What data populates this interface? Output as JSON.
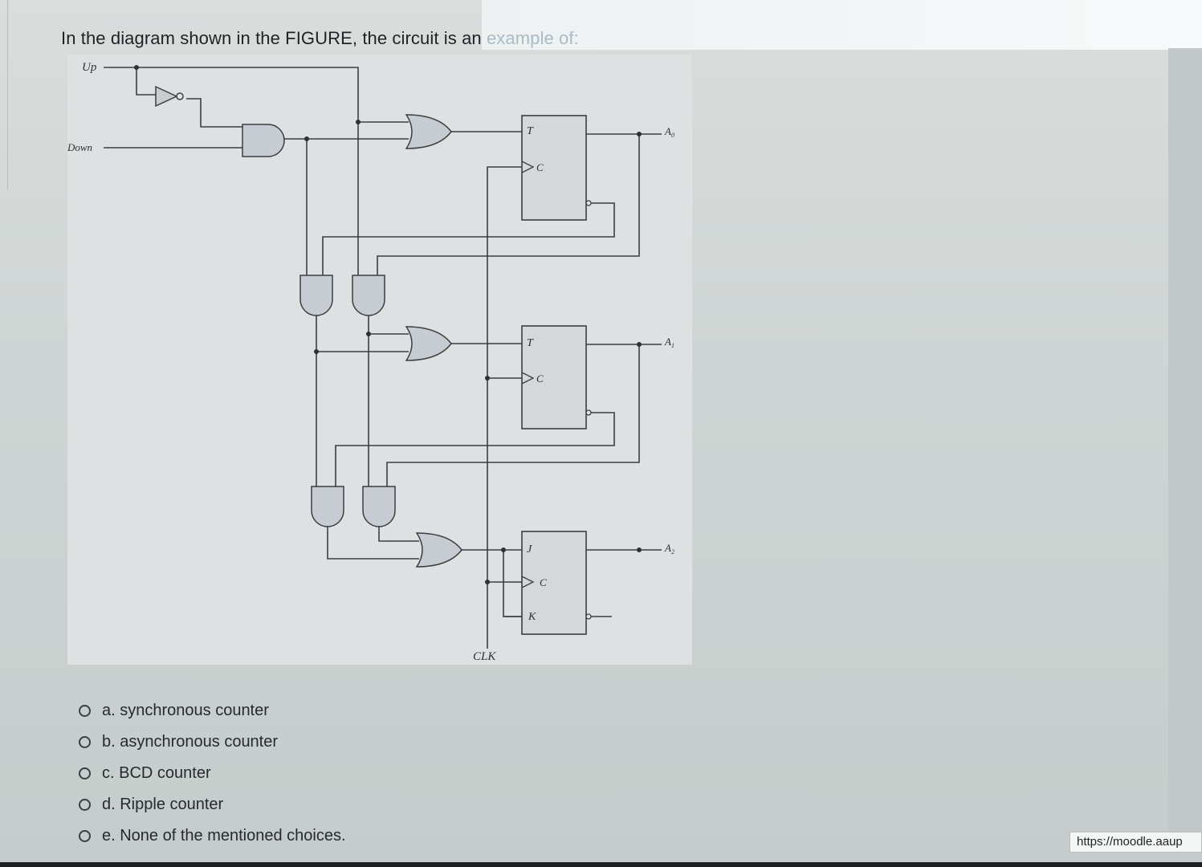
{
  "question": {
    "prefix": "In the diagram shown in the FIGURE, the circuit is an ",
    "faded": "example of:"
  },
  "figure": {
    "inputs": {
      "up": "Up",
      "down": "Down"
    },
    "flipflops": [
      {
        "top": "T",
        "clock": "C"
      },
      {
        "top": "T",
        "clock": "C"
      },
      {
        "top": "J",
        "clock": "C",
        "bottom": "K"
      }
    ],
    "outputs": [
      "A",
      "A",
      "A"
    ],
    "output_subscripts": [
      "0",
      "1",
      "2"
    ],
    "clock_label": "CLK"
  },
  "options": [
    {
      "label": "a. synchronous counter"
    },
    {
      "label": "b. asynchronous counter"
    },
    {
      "label": "c. BCD counter"
    },
    {
      "label": "d. Ripple counter"
    },
    {
      "label": "e. None of the mentioned choices."
    }
  ],
  "url": "https://moodle.aaup"
}
